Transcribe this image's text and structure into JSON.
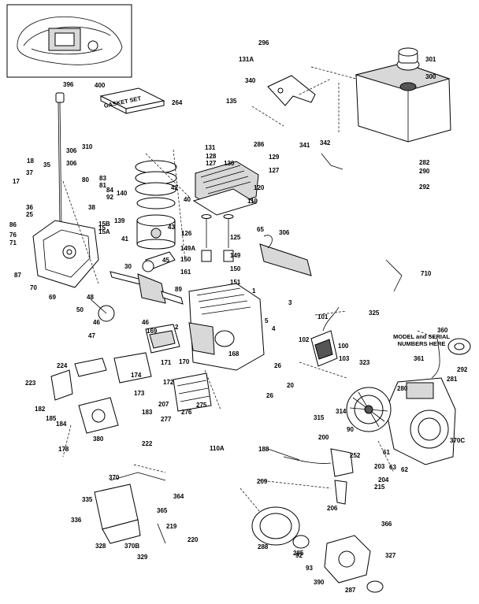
{
  "labels": [
    "296",
    "131A",
    "340",
    "301",
    "300",
    "396",
    "400",
    "264",
    "135",
    "310",
    "286",
    "131",
    "128",
    "127",
    "129",
    "130",
    "127",
    "341",
    "342",
    "282",
    "290",
    "292",
    "306",
    "18",
    "35",
    "17",
    "37",
    "306",
    "83",
    "81",
    "84",
    "92",
    "140",
    "42",
    "120",
    "119",
    "80",
    "40",
    "36",
    "25",
    "86",
    "76",
    "71",
    "38",
    "15B",
    "15A",
    "15",
    "139",
    "41",
    "43",
    "126",
    "149A",
    "125",
    "65",
    "306",
    "87",
    "70",
    "69",
    "30",
    "45",
    "150",
    "149",
    "150",
    "161",
    "151",
    "710",
    "48",
    "50",
    "89",
    "1",
    "3",
    "325",
    "46",
    "46",
    "169",
    "5",
    "4",
    "101",
    "47",
    "2",
    "102",
    "100",
    "360",
    "224",
    "171",
    "170",
    "103",
    "323",
    "361",
    "292",
    "223",
    "174",
    "172",
    "173",
    "168",
    "281",
    "182",
    "207",
    "276",
    "275",
    "20",
    "26",
    "26",
    "280",
    "314",
    "315",
    "90",
    "185",
    "184",
    "183",
    "277",
    "178",
    "380",
    "222",
    "110A",
    "188",
    "200",
    "252",
    "203",
    "61",
    "63",
    "62",
    "370C",
    "209",
    "204",
    "215",
    "206",
    "370",
    "335",
    "364",
    "365",
    "336",
    "219",
    "328",
    "370B",
    "220",
    "329",
    "366",
    "288",
    "285",
    "92",
    "93",
    "327",
    "390",
    "287"
  ],
  "note": {
    "line1": "MODEL and SERIAL",
    "line2": "NUMBERS HERE"
  },
  "gasket_text": "GASKET SET"
}
